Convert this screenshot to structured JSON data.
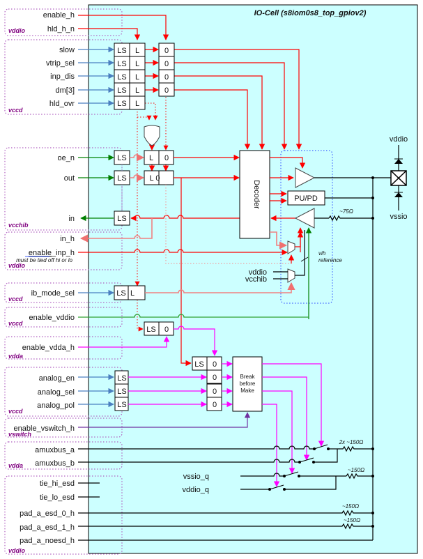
{
  "title": "IO-Cell (s8iom0s8_top_gpiov2)",
  "colors": {
    "cell_background": "#ccffff",
    "control_signal": "#ff0000",
    "vccd_input": "#4a7fc0",
    "vcchib_signal": "#008000",
    "analog_signal": "#ff00ff",
    "vswitch_signal": "#7030a0",
    "domain_outline": "#b060c0",
    "domain_label": "#800080"
  },
  "groups": [
    {
      "domain": "vddio",
      "signals": [
        "enable_h",
        "hld_h_n"
      ]
    },
    {
      "domain": "vccd",
      "signals": [
        "slow",
        "vtrip_sel",
        "inp_dis",
        "dm[3]",
        "hld_ovr"
      ]
    },
    {
      "domain": "vcchib",
      "signals": [
        "oe_n",
        "out",
        "in"
      ]
    },
    {
      "domain": "vddio",
      "signals": [
        "in_h",
        "enable_inp_h"
      ],
      "note": "must be tied off hi or lo"
    },
    {
      "domain": "vccd",
      "signals": [
        "ib_mode_sel"
      ]
    },
    {
      "domain": "vccd",
      "signals": [
        "enable_vddio"
      ]
    },
    {
      "domain": "vdda",
      "signals": [
        "enable_vdda_h"
      ]
    },
    {
      "domain": "vccd",
      "signals": [
        "analog_en",
        "analog_sel",
        "analog_pol"
      ]
    },
    {
      "domain": "vswitch",
      "signals": [
        "enable_vswitch_h"
      ]
    },
    {
      "domain": "vdda",
      "signals": [
        "amuxbus_a",
        "amuxbus_b"
      ]
    },
    {
      "domain": "vddio",
      "signals": [
        "tie_hi_esd",
        "tie_lo_esd",
        "pad_a_esd_0_h",
        "pad_a_esd_1_h",
        "pad_a_noesd_h"
      ]
    }
  ],
  "signals": {
    "enable_h": "enable_h",
    "hld_h_n": "hld_h_n",
    "slow": "slow",
    "vtrip_sel": "vtrip_sel",
    "inp_dis": "inp_dis",
    "dm3": "dm[3]",
    "hld_ovr": "hld_ovr",
    "oe_n": "oe_n",
    "out": "out",
    "in": "in",
    "in_h": "in_h",
    "enable_inp_h_a": "enable",
    "enable_inp_h_b": "_inp_h",
    "ib_mode_sel": "ib_mode_sel",
    "enable_vddio": "enable_vddio",
    "enable_vdda_h": "enable_vdda_h",
    "analog_en": "analog_en",
    "analog_sel": "analog_sel",
    "analog_pol": "analog_pol",
    "enable_vswitch_h": "enable_vswitch_h",
    "amuxbus_a": "amuxbus_a",
    "amuxbus_b": "amuxbus_b",
    "tie_hi_esd": "tie_hi_esd",
    "tie_lo_esd": "tie_lo_esd",
    "pad_a_esd_0_h": "pad_a_esd_0_h",
    "pad_a_esd_1_h": "pad_a_esd_1_h",
    "pad_a_noesd_h": "pad_a_noesd_h"
  },
  "domains": {
    "d1": "vddio",
    "d2": "vccd",
    "d3": "vcchib",
    "d4": "vddio",
    "d5": "vccd",
    "d6": "vccd",
    "d7": "vdda",
    "d8": "vccd",
    "d9": "vswitch",
    "d10": "vdda",
    "d11": "vddio"
  },
  "notes": {
    "tie_off": "must be tied off hi or lo",
    "vih_reference_1": "vih",
    "vih_reference_2": "reference"
  },
  "blocks": {
    "ls": "LS",
    "latch": "L",
    "zero": "0",
    "latch_zero": "L 0",
    "decoder": "Decoder",
    "pupd": "PU/PD",
    "bbm_1": "Break",
    "bbm_2": "before",
    "bbm_3": "Make"
  },
  "supplies": {
    "vddio_pad": "vddio",
    "vssio_pad": "vssio",
    "mux_vddio": "vddio",
    "mux_vcchib": "vcchib",
    "vssio_q": "vssio_q",
    "vddio_q": "vddio_q"
  },
  "resistors": {
    "r_input": "~75Ω",
    "r_amux": "2x ~150Ω",
    "r_q": "~150Ω",
    "r_esd0": "~150Ω",
    "r_esd1": "~150Ω"
  }
}
